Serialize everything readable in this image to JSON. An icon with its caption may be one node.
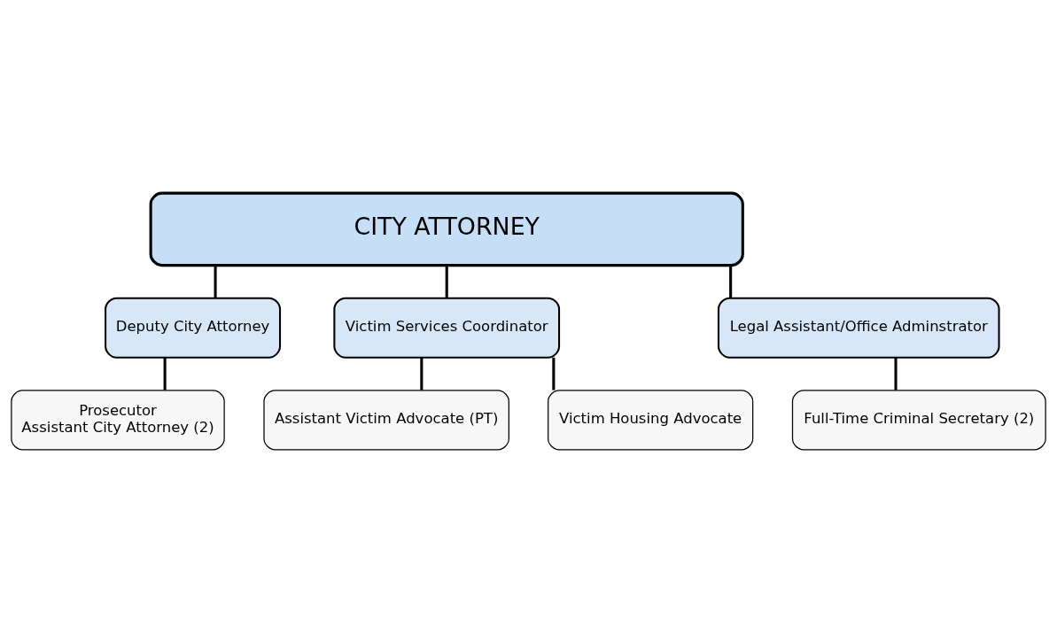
{
  "diagram": {
    "nodes": [
      {
        "text": [
          "CITY ATTORNEY"
        ]
      },
      {
        "text": [
          "Deputy City Attorney"
        ]
      },
      {
        "text": [
          "Victim Services Coordinator"
        ]
      },
      {
        "text": [
          "Legal Assistant/Office Adminstrator"
        ]
      },
      {
        "text": [
          "Prosecutor",
          "Assistant City Attorney (2)"
        ]
      },
      {
        "text": [
          "Assistant Victim Advocate (PT)"
        ]
      },
      {
        "text": [
          "Victim Housing Advocate"
        ]
      },
      {
        "text": [
          "Full-Time Criminal Secretary (2)"
        ]
      }
    ],
    "edges": [
      {
        "from": 0,
        "to": 1,
        "arrow": "none"
      },
      {
        "from": 0,
        "to": 2,
        "arrow": "none"
      },
      {
        "from": 0,
        "to": 3,
        "arrow": "none"
      },
      {
        "from": 1,
        "to": 4,
        "arrow": "none"
      },
      {
        "from": 2,
        "to": 5,
        "arrow": "none"
      },
      {
        "from": 2,
        "to": 6,
        "arrow": "none"
      },
      {
        "from": 3,
        "to": 7,
        "arrow": "none"
      }
    ]
  }
}
